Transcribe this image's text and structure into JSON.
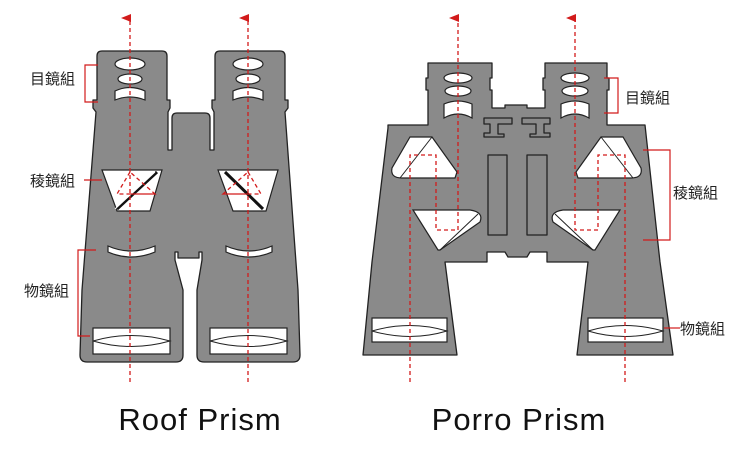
{
  "roof": {
    "title": "Roof Prism",
    "labels": {
      "eyepiece": "目鏡組",
      "prism": "稜鏡組",
      "objective": "物鏡組"
    }
  },
  "porro": {
    "title": "Porro Prism",
    "labels": {
      "eyepiece": "目鏡組",
      "prism": "稜鏡組",
      "objective": "物鏡組"
    }
  },
  "colors": {
    "body": "#8a8a8a",
    "ray": "#d21b1b",
    "bracket": "#d21b1b"
  }
}
